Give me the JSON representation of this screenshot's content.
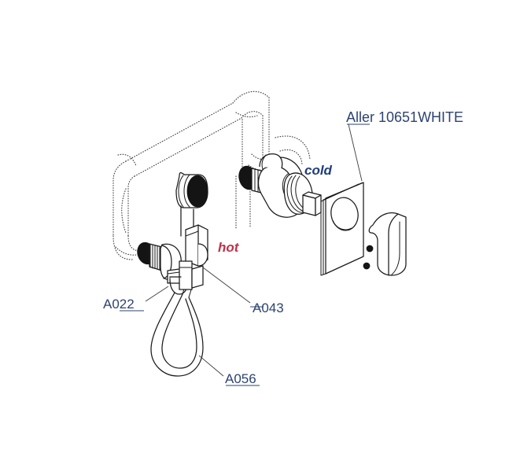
{
  "diagram": {
    "kind": "exploded-assembly-drawing",
    "product_title": "Aller 10651WHITE",
    "background_color": "#ffffff",
    "line_color": "#1a1a1a",
    "label_color": "#2d4372",
    "hot_color": "#c0304a",
    "cold_color": "#1f3d7a"
  },
  "annotations": {
    "title": "Aller 10651WHITE",
    "cold": "cold",
    "hot": "hot"
  },
  "part_labels": [
    {
      "code": "A022",
      "name": "angle-valve"
    },
    {
      "code": "A043",
      "name": "bidet-sprayer"
    },
    {
      "code": "A056",
      "name": "flexible-hose"
    }
  ],
  "parts": {
    "wall_plate": "escutcheon-plate",
    "lever_handle": "lever-handle",
    "mixer_cartridge": "concealed-mixer-body",
    "hot_inlet": "hot-supply-inlet",
    "cold_inlet": "cold-supply-inlet",
    "screws": "mounting-screws",
    "supply_pipes": "concealed-supply-pipework"
  }
}
